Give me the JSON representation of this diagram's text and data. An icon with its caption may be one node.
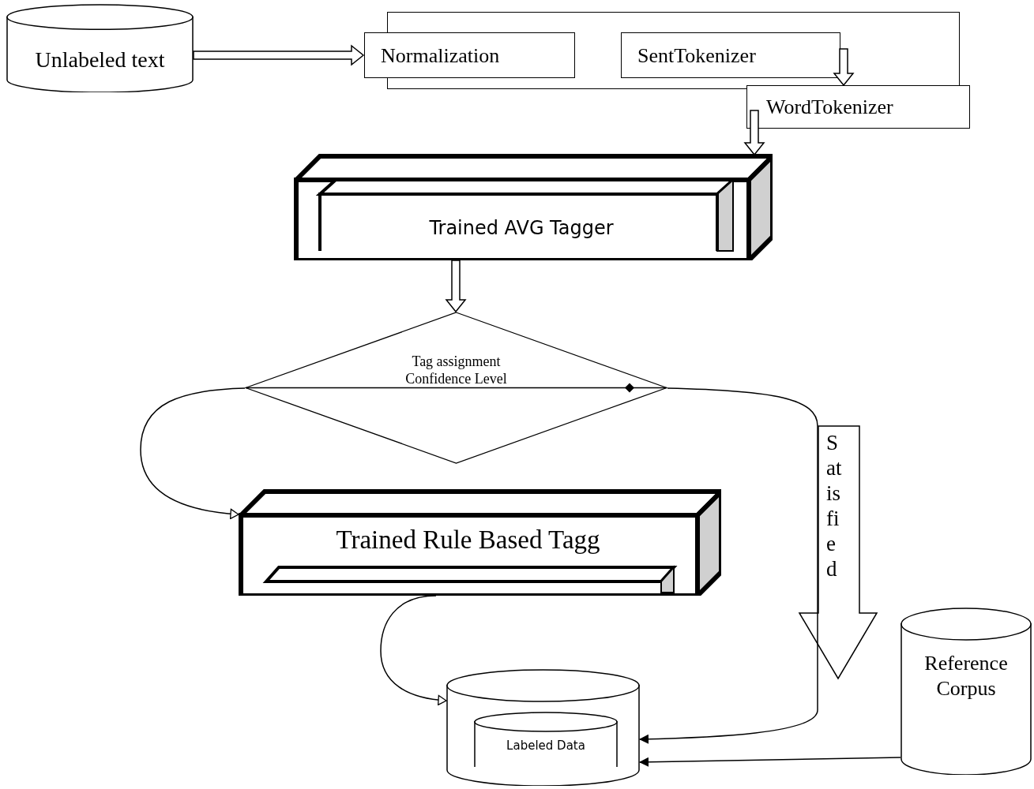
{
  "diagram": {
    "nodes": [
      {
        "text": [
          "Unlabeled text"
        ]
      },
      {
        "text": [],
        "shape": "box"
      },
      {
        "text": [
          "Normalization"
        ],
        "in": 1
      },
      {
        "text": [
          "SentTokenizer"
        ],
        "in": 1
      },
      {
        "text": [
          "WordTokenizer"
        ]
      },
      {
        "text": [
          "Trained AVG Tagger"
        ]
      },
      {
        "text": [
          "Tag assignment Confidence Level"
        ]
      },
      {
        "text": [
          "Trained Rule Based Tagg"
        ]
      },
      {
        "text": [],
        "shape": "cylinder"
      },
      {
        "text": [
          "Labeled Data"
        ],
        "in": 8
      },
      {
        "text": [
          "Reference Corpus"
        ]
      }
    ],
    "edges": [
      {
        "from": 0,
        "to": 2,
        "arrow": "to"
      },
      {
        "from": 3,
        "to": 4,
        "arrow": "to"
      },
      {
        "from": 4,
        "to": 5,
        "arrow": "to"
      },
      {
        "from": 5,
        "to": 6,
        "arrow": "to"
      },
      {
        "from": 6,
        "to": 7,
        "arrow": "to"
      },
      {
        "from": 7,
        "to": 8,
        "arrow": "to"
      },
      {
        "from": 6,
        "to": 8,
        "arrow": "to",
        "label": "Satisfied"
      },
      {
        "from": 10,
        "to": 8,
        "arrow": "to"
      }
    ]
  }
}
